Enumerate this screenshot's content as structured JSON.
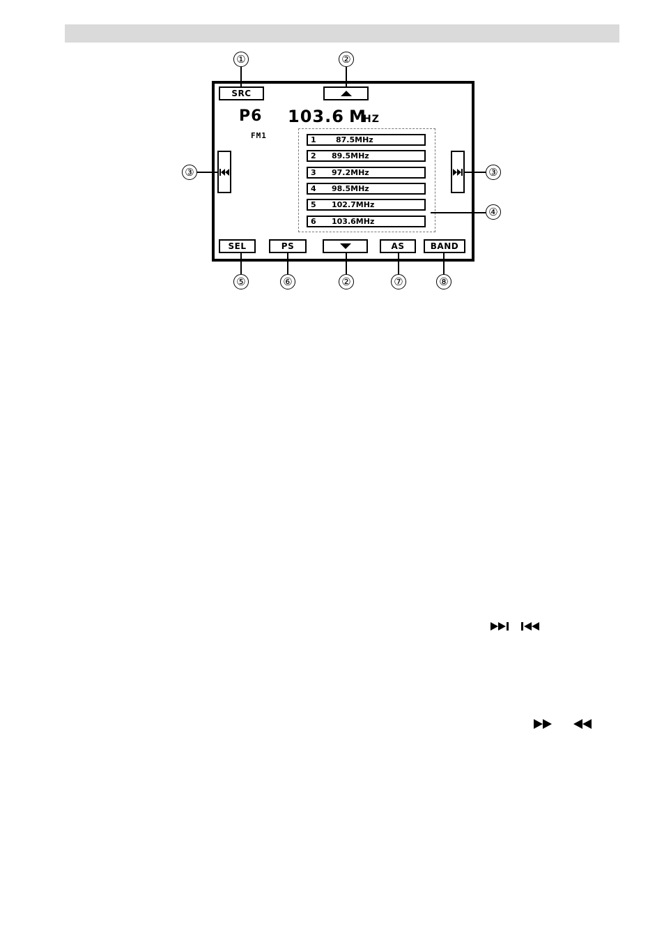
{
  "buttons": {
    "src": "SRC",
    "sel": "SEL",
    "ps": "PS",
    "as": "AS",
    "band": "BAND"
  },
  "display": {
    "preset": "P6",
    "frequency": "103.6",
    "unit_m": "M",
    "unit_hz": "HZ",
    "band": "FM1"
  },
  "presets": [
    {
      "num": "1",
      "freq": "87.5MHz"
    },
    {
      "num": "2",
      "freq": "89.5MHz"
    },
    {
      "num": "3",
      "freq": "97.2MHz"
    },
    {
      "num": "4",
      "freq": "98.5MHz"
    },
    {
      "num": "5",
      "freq": "102.7MHz"
    },
    {
      "num": "6",
      "freq": "103.6MHz"
    }
  ],
  "callouts": {
    "c1": "①",
    "c2_top": "②",
    "c3_left": "③",
    "c3_right": "③",
    "c4": "④",
    "c5": "⑤",
    "c6": "⑥",
    "c2_bottom": "②",
    "c7": "⑦",
    "c8": "⑧"
  },
  "icons": {
    "up": "triangle-up-icon",
    "down": "triangle-down-icon",
    "prev": "skip-previous-icon",
    "next": "skip-next-icon",
    "fast_forward": "fast-forward-icon",
    "rewind": "rewind-icon"
  }
}
